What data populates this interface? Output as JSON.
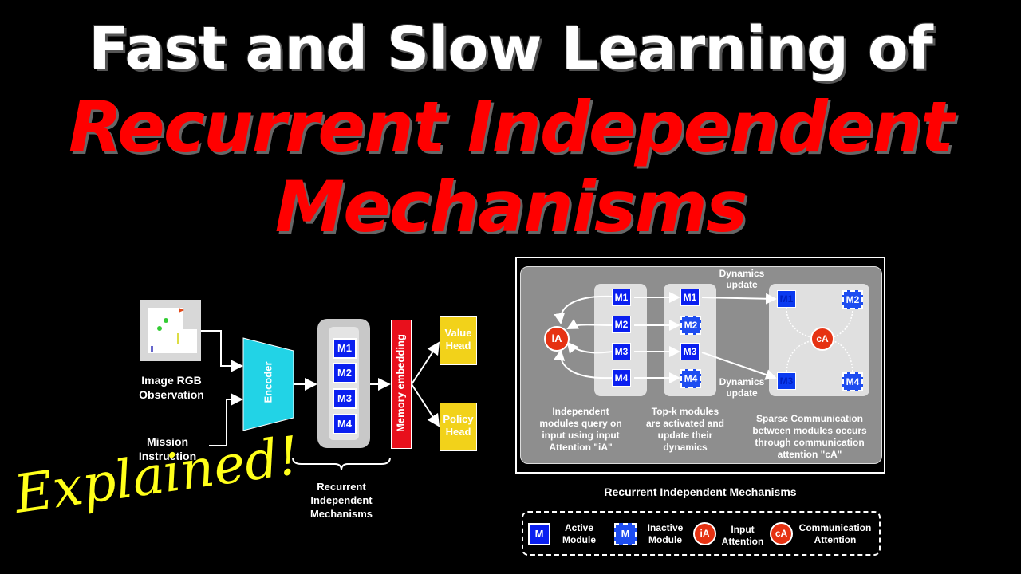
{
  "title": {
    "line1": "Fast and Slow Learning of",
    "line2": "Recurrent Independent",
    "line3": "Mechanisms",
    "colors": {
      "line1": "#ffffff",
      "line2": "#ff0000"
    }
  },
  "overlay": {
    "explained": "Explained!",
    "color": "#ffff1a"
  },
  "left_diagram": {
    "observation_label": "Image RGB Observation",
    "observation_line1": "Image RGB",
    "observation_line2": "Observation",
    "mission_line1": "Mission",
    "mission_line2": "Instruction",
    "encoder": "Encoder",
    "modules": [
      "M1",
      "M2",
      "M3",
      "M4"
    ],
    "memory": "Memory embedding",
    "value_head_line1": "Value",
    "value_head_line2": "Head",
    "policy_head_line1": "Policy",
    "policy_head_line2": "Head",
    "brace_line1": "Recurrent",
    "brace_line2": "Independent",
    "brace_line3": "Mechanisms",
    "colors": {
      "encoder": "#22d3e6",
      "memory": "#e8101c",
      "heads": "#f2d21a",
      "module": "#0a1ff0"
    }
  },
  "right_diagram": {
    "col1_modules": [
      "M1",
      "M2",
      "M3",
      "M4"
    ],
    "col2_modules": [
      "M1",
      "M2",
      "M3",
      "M4"
    ],
    "col2_active": [
      true,
      false,
      true,
      false
    ],
    "col3_modules": [
      "M1",
      "M2",
      "M3",
      "M4"
    ],
    "ia": "iA",
    "ca": "cA",
    "dyn_top_1": "Dynamics",
    "dyn_top_2": "update",
    "dyn_bot_1": "Dynamics",
    "dyn_bot_2": "update",
    "desc1": [
      "Independent",
      "modules query on",
      "input using input",
      "Attention \"iA\""
    ],
    "desc2": [
      "Top-k modules",
      "are activated and",
      "update their",
      "dynamics"
    ],
    "desc3": [
      "Sparse Communication",
      "between modules occurs",
      "through communication",
      "attention \"cA\""
    ],
    "caption": "Recurrent Independent Mechanisms"
  },
  "legend": {
    "m": "M",
    "active_1": "Active",
    "active_2": "Module",
    "inactive_1": "Inactive",
    "inactive_2": "Module",
    "ia": "iA",
    "input_1": "Input",
    "input_2": "Attention",
    "ca": "cA",
    "comm_1": "Communication",
    "comm_2": "Attention"
  }
}
